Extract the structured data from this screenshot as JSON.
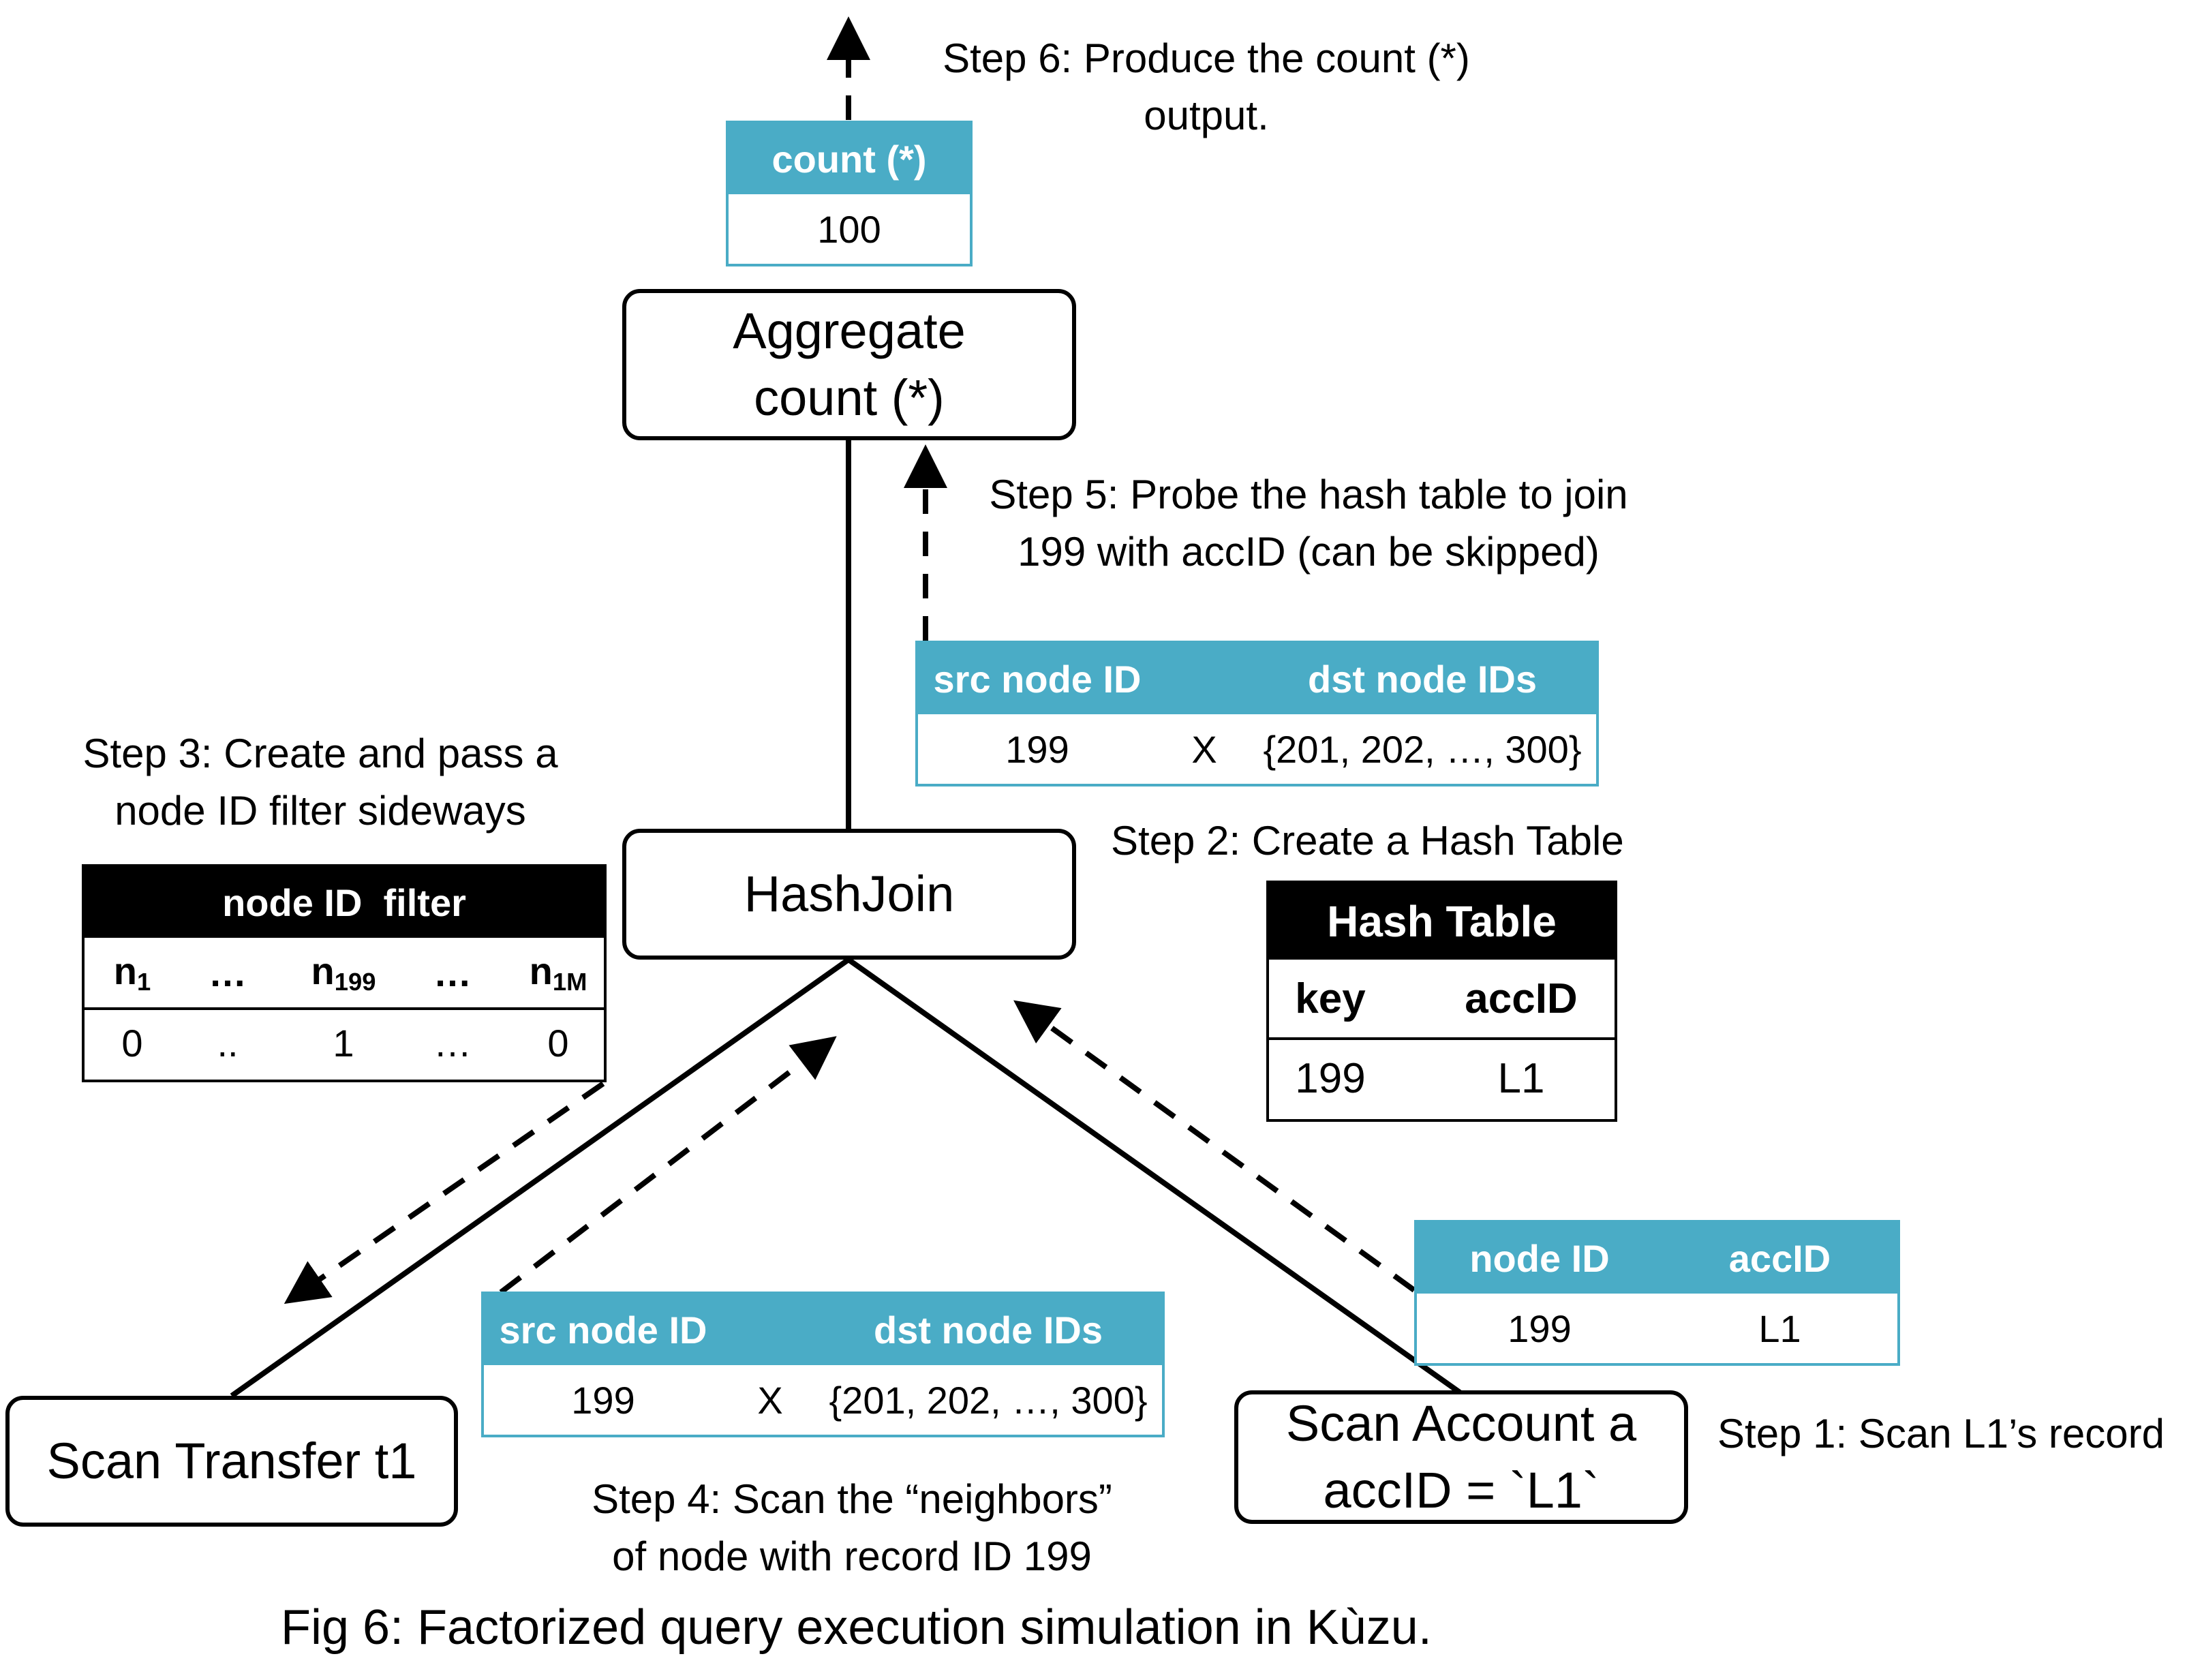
{
  "caption": "Fig 6: Factorized query execution simulation in Kùzu.",
  "operators": {
    "aggregate": [
      "Aggregate",
      "count (*)"
    ],
    "hashjoin": "HashJoin",
    "scan_transfer": "Scan Transfer t1",
    "scan_account": [
      "Scan Account a",
      "accID = `L1`"
    ]
  },
  "steps": {
    "step1": "Step 1: Scan L1’s record",
    "step2": "Step 2: Create a Hash Table",
    "step3": [
      "Step 3: Create and pass a",
      "node ID filter sideways"
    ],
    "step4": [
      "Step 4: Scan the “neighbors”",
      "of node with record ID 199"
    ],
    "step5": [
      "Step 5: Probe the hash table to join",
      "199 with accID (can be skipped)"
    ],
    "step6": [
      "Step 6: Produce the count (*)",
      "output."
    ]
  },
  "count_table": {
    "header": "count (*)",
    "value": "100"
  },
  "probe_table": {
    "headers": [
      "src node ID",
      "dst node IDs"
    ],
    "src": "199",
    "op": "X",
    "dst": "{201, 202, …, 300}"
  },
  "neighbors_table": {
    "headers": [
      "src node ID",
      "dst node IDs"
    ],
    "src": "199",
    "op": "X",
    "dst": "{201, 202, …, 300}"
  },
  "account_table": {
    "headers": [
      "node ID",
      "accID"
    ],
    "values": [
      "199",
      "L1"
    ]
  },
  "hash_table": {
    "title": "Hash Table",
    "headers": [
      "key",
      "accID"
    ],
    "values": [
      "199",
      "L1"
    ]
  },
  "filter_table": {
    "title": "node ID  filter",
    "headers": [
      {
        "base": "n",
        "sub": "1"
      },
      {
        "base": "…",
        "sub": ""
      },
      {
        "base": "n",
        "sub": "199"
      },
      {
        "base": "…",
        "sub": ""
      },
      {
        "base": "n",
        "sub": "1M"
      }
    ],
    "values": [
      "0",
      "..",
      "1",
      "…",
      "0"
    ]
  },
  "colors": {
    "teal": "#4aacc6",
    "black": "#000000"
  }
}
